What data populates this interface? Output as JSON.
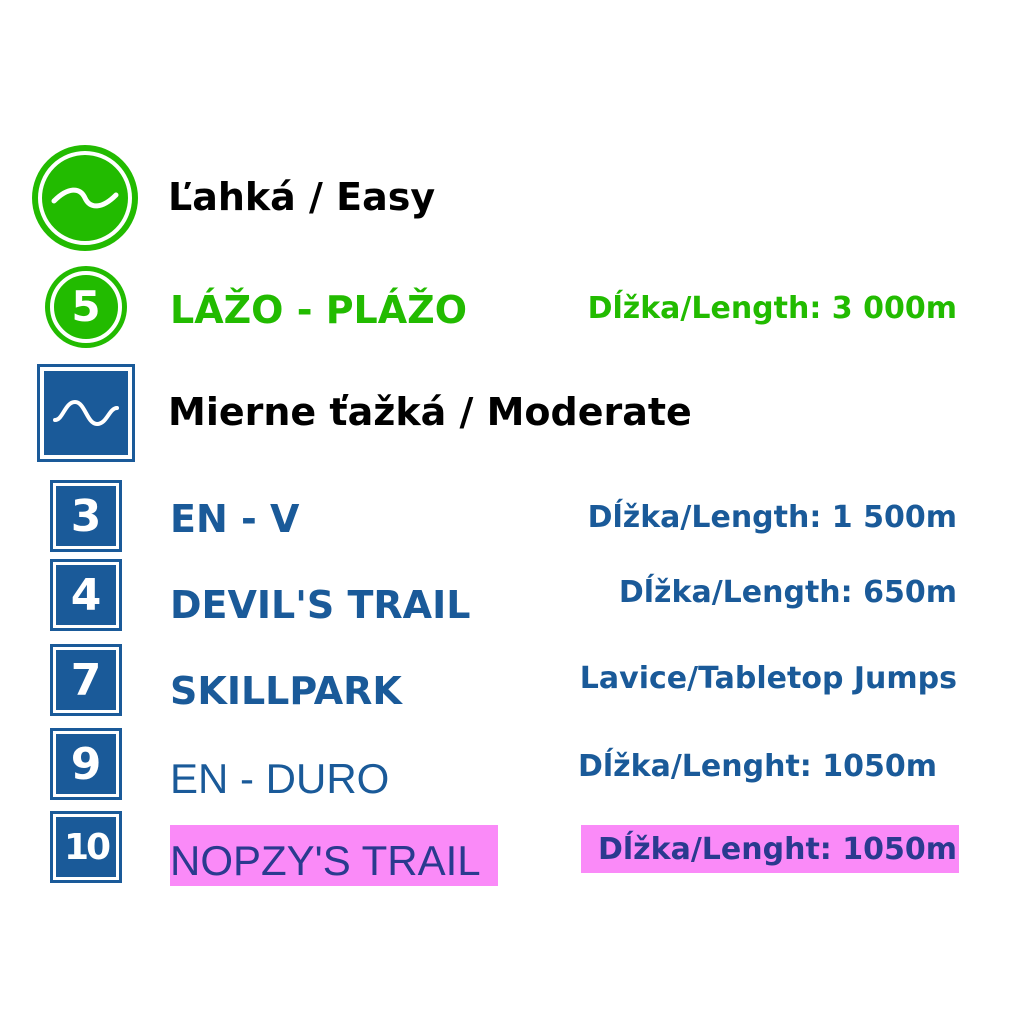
{
  "categories": {
    "easy": {
      "title": "Ľahká / Easy",
      "icon": "wave-icon",
      "color": "#22bb00"
    },
    "moderate": {
      "title": "Mierne ťažká / Moderate",
      "icon": "wave-icon",
      "color": "#1a5a99"
    }
  },
  "trails": [
    {
      "number": "5",
      "name": "LÁŽO - PLÁŽO",
      "info": "Dĺžka/Length: 3 000m"
    },
    {
      "number": "3",
      "name": "EN - V",
      "info": "Dĺžka/Length: 1 500m"
    },
    {
      "number": "4",
      "name": "DEVIL'S TRAIL",
      "info": "Dĺžka/Length: 650m"
    },
    {
      "number": "7",
      "name": "SKILLPARK",
      "info": "Lavice/Tabletop Jumps"
    },
    {
      "number": "9",
      "name": "EN - DURO",
      "info": "Dĺžka/Lenght: 1050m"
    },
    {
      "number": "10",
      "name": "NOPZY'S TRAIL",
      "info": "Dĺžka/Lenght: 1050m",
      "highlight": "#fa8af8"
    }
  ]
}
